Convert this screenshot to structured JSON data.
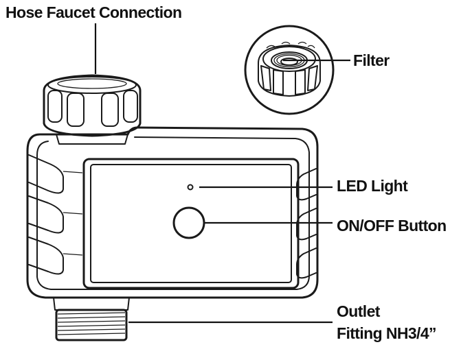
{
  "labels": {
    "hose_faucet_connection": "Hose Faucet Connection",
    "filter": "Filter",
    "led_light": "LED Light",
    "on_off_button": "ON/OFF Button",
    "outlet_line1": "Outlet",
    "outlet_line2": "Fitting NH3/4”"
  },
  "colors": {
    "ink": "#1a1a1a",
    "background": "#ffffff"
  }
}
